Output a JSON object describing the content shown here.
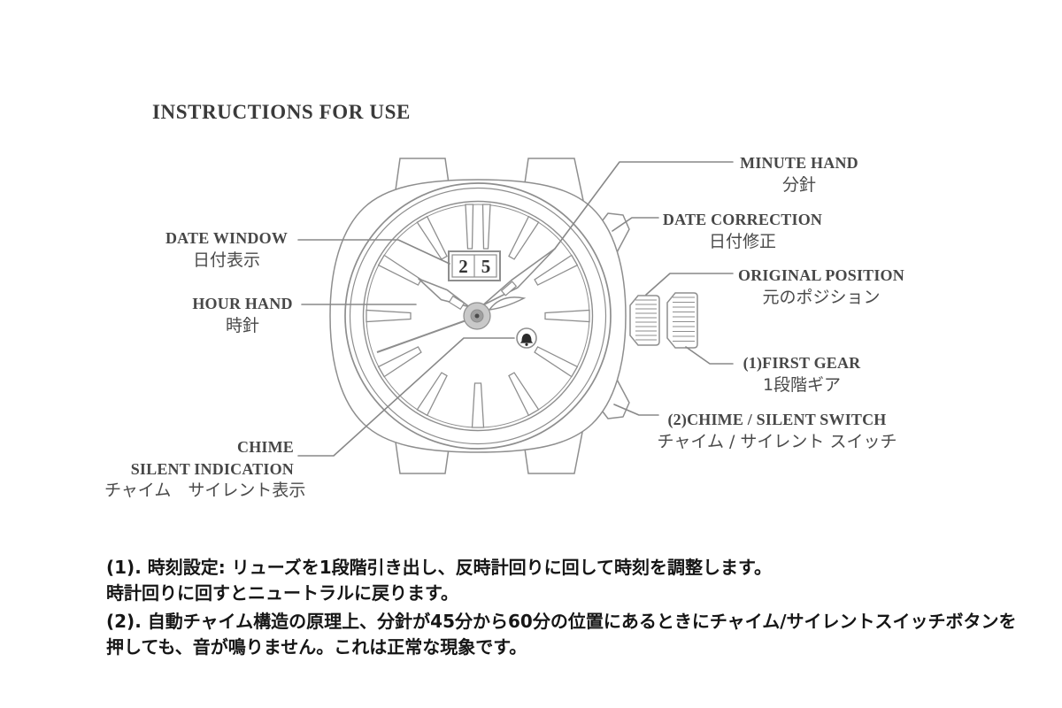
{
  "page": {
    "title": "INSTRUCTIONS FOR USE"
  },
  "diagram": {
    "watch": {
      "date_digits": [
        "2",
        "5"
      ]
    },
    "labels": {
      "minute_hand": {
        "en": "MINUTE HAND",
        "jp": "分針"
      },
      "date_correction": {
        "en": "DATE CORRECTION",
        "jp": "日付修正"
      },
      "original_position": {
        "en": "ORIGINAL POSITION",
        "jp": "元のポジション"
      },
      "first_gear": {
        "en": "(1)FIRST GEAR",
        "jp": "1段階ギア"
      },
      "chime_silent_switch": {
        "en": "(2)CHIME / SILENT SWITCH",
        "jp": "チャイム / サイレント スイッチ"
      },
      "date_window": {
        "en": "DATE WINDOW",
        "jp": "日付表示"
      },
      "hour_hand": {
        "en": "HOUR HAND",
        "jp": "時針"
      },
      "chime_silent_indication": {
        "en_line1": "CHIME",
        "en_line2": "SILENT INDICATION",
        "jp": "チャイム　サイレント表示"
      }
    }
  },
  "notes": {
    "lines": [
      "(1). 時刻設定: リューズを1段階引き出し、反時計回りに回して時刻を調整します。",
      "時計回りに回すとニュートラルに戻ります。",
      "(2). 自動チャイム構造の原理上、分針が45分から60分の位置にあるときにチャイム/サイレントスイッチボタンを",
      "押しても、音が鳴りません。これは正常な現象です。"
    ]
  },
  "colors": {
    "background": "#ffffff",
    "line_art": "#8e8e8e",
    "label_text": "#474747",
    "title_text": "#3a3a3a",
    "body_text": "#161616",
    "bell_fill": "#2b2b2b"
  }
}
